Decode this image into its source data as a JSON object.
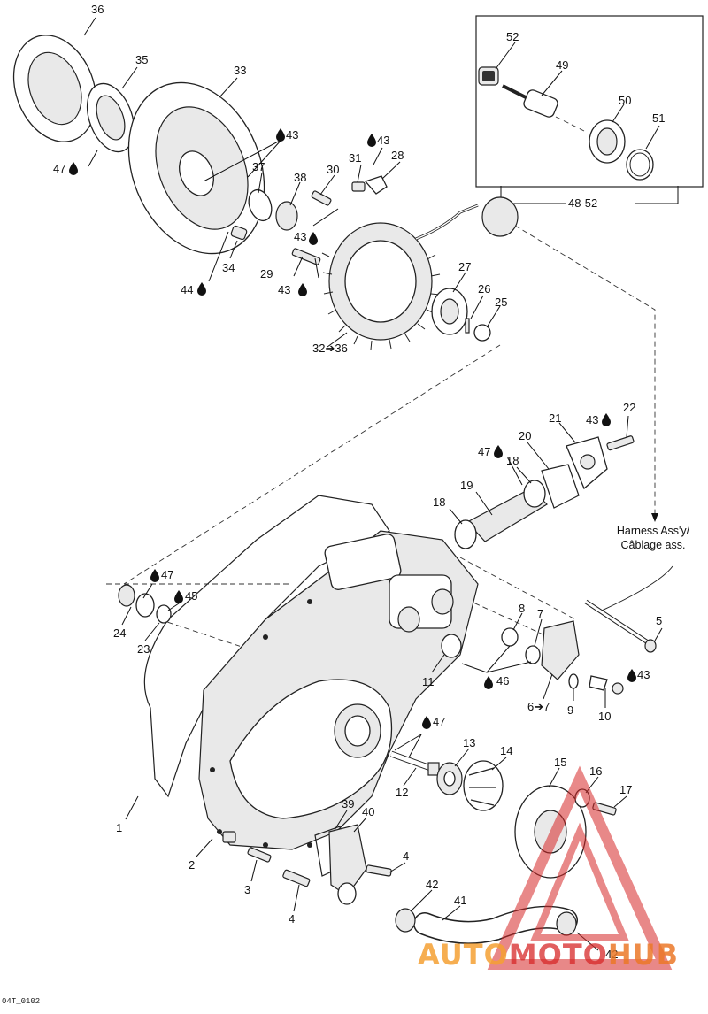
{
  "parts": {
    "p1": "1",
    "p2": "2",
    "p3": "3",
    "p4a": "4",
    "p4b": "4",
    "p5": "5",
    "p6_7": "6➔7",
    "p7": "7",
    "p8": "8",
    "p9": "9",
    "p10": "10",
    "p11": "11",
    "p12": "12",
    "p13": "13",
    "p14": "14",
    "p15": "15",
    "p16": "16",
    "p17": "17",
    "p18a": "18",
    "p18b": "18",
    "p19": "19",
    "p20": "20",
    "p21": "21",
    "p22": "22",
    "p23": "23",
    "p24": "24",
    "p25": "25",
    "p26": "26",
    "p27": "27",
    "p28": "28",
    "p29": "29",
    "p30": "30",
    "p31": "31",
    "p32_36": "32➔36",
    "p33": "33",
    "p34": "34",
    "p35": "35",
    "p36": "36",
    "p37": "37",
    "p38": "38",
    "p39": "39",
    "p40": "40",
    "p41": "41",
    "p42a": "42",
    "p42b": "42",
    "p48_52": "48-52",
    "p49": "49",
    "p50": "50",
    "p51": "51",
    "p52": "52"
  },
  "lubricants": {
    "l43_top_a": "43",
    "l43_top_b": "43",
    "l43_a": "43",
    "l43_b": "43",
    "l43_c": "43",
    "l43_d": "43",
    "l44": "44",
    "l45": "45",
    "l46": "46",
    "l47_a": "47",
    "l47_b": "47",
    "l47_c": "47",
    "l47_d": "47"
  },
  "harness_label": {
    "line1": "Harness Ass'y/",
    "line2": "Câblage ass."
  },
  "doc_code": "04T_0102",
  "watermark": {
    "part1": "AUTO",
    "part2": "MOTO",
    "part3": "HUB",
    "colors": {
      "orange": "#f4a032",
      "red": "#d72828"
    }
  },
  "icons": [
    "oil-drop-icon",
    "arrow-icon",
    "watermark-triangle-icon"
  ]
}
